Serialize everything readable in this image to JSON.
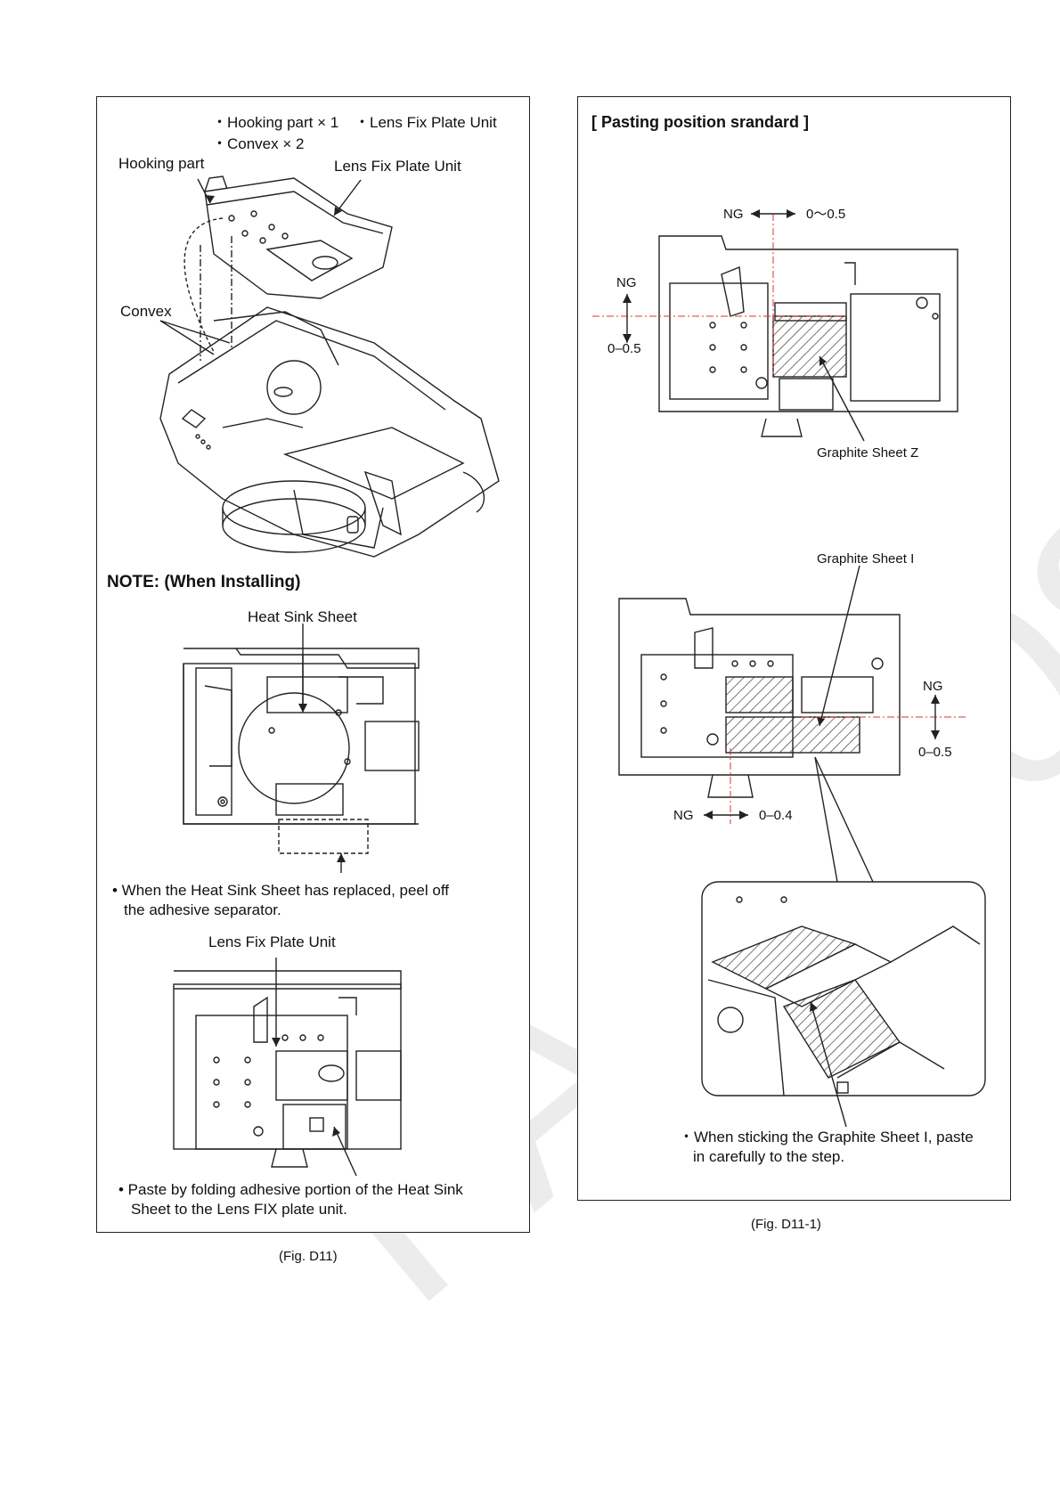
{
  "left": {
    "top_bullets": [
      "・Hooking part × 1",
      "・Lens Fix Plate Unit",
      "・Convex × 2"
    ],
    "hooking_part": "Hooking part",
    "lens_fix_plate_unit_label": "Lens Fix Plate Unit",
    "convex": "Convex",
    "note_heading": "NOTE: (When Installing)",
    "heat_sink_sheet": "Heat Sink Sheet",
    "note1_line1": "• When the Heat Sink Sheet has replaced, peel off",
    "note1_line2": "the adhesive separator.",
    "lens_fix_plate_unit_label2": "Lens Fix Plate Unit",
    "note2_line1": "• Paste by folding adhesive portion of the Heat Sink",
    "note2_line2": "Sheet to the Lens FIX plate unit.",
    "caption": "(Fig. D11)"
  },
  "right": {
    "heading": "[ Pasting position srandard ]",
    "ng": "NG",
    "range_h1": "0〜0.5",
    "range_v1": "0–0.5",
    "graphite_z": "Graphite Sheet Z",
    "graphite_i": "Graphite Sheet I",
    "range_v2": "0–0.5",
    "range_h2": "0–0.4",
    "note_line1": "・When sticking the Graphite Sheet I, paste",
    "note_line2": "in carefully to the step.",
    "caption": "(Fig. D11-1)"
  },
  "watermark": "PA30008..."
}
